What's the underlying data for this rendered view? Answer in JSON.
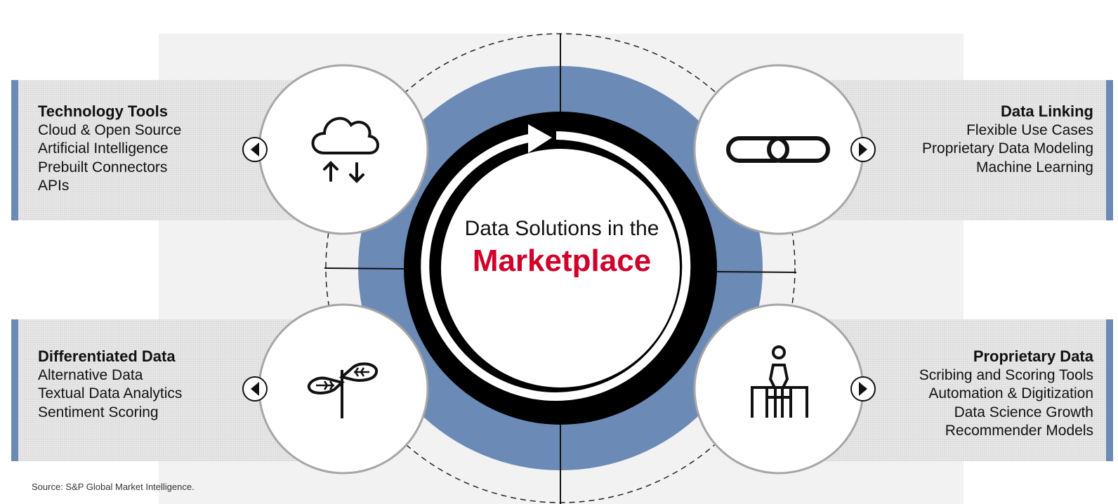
{
  "center": {
    "line1": "Data Solutions in the",
    "line2": "Marketplace"
  },
  "quadrants": {
    "top_left": {
      "title": "Technology Tools",
      "items": [
        "Cloud & Open Source",
        "Artificial Intelligence",
        "Prebuilt Connectors",
        "APIs"
      ],
      "icon": "cloud-sync-icon"
    },
    "top_right": {
      "title": "Data Linking",
      "items": [
        "Flexible Use Cases",
        "Proprietary Data Modeling",
        "Machine Learning"
      ],
      "icon": "chain-link-icon"
    },
    "bottom_left": {
      "title": "Differentiated Data",
      "items": [
        "Alternative Data",
        "Textual Data Analytics",
        "Sentiment Scoring"
      ],
      "icon": "signpost-icon"
    },
    "bottom_right": {
      "title": "Proprietary Data",
      "items": [
        "Scribing and Scoring Tools",
        "Automation & Digitization",
        "Data Science Growth",
        "Recommender Models"
      ],
      "icon": "person-at-desk-icon"
    }
  },
  "source": "Source: S&P Global Market Intelligence.",
  "colors": {
    "ring_blue": "#6b8ab5",
    "ring_black": "#000000",
    "accent_red": "#d0002a",
    "box_border": "#6b8ab5",
    "circle_border": "#a6a6a6"
  }
}
